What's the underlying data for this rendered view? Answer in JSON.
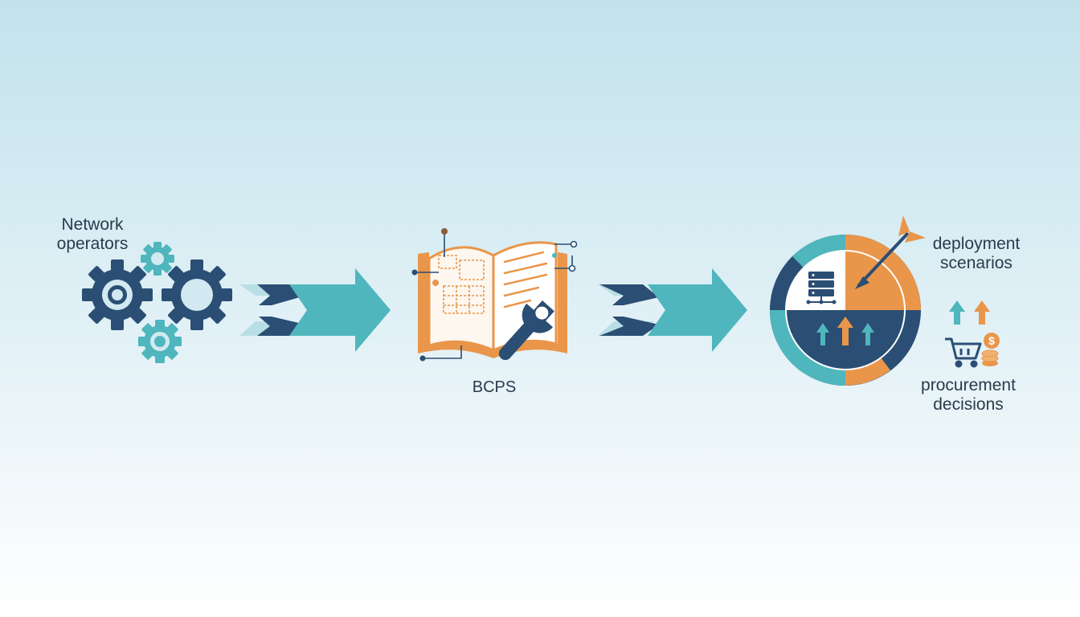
{
  "flow": {
    "source": {
      "line1": "Network",
      "line2": "operators"
    },
    "middle": {
      "label": "BCPS"
    },
    "outputs": {
      "deployment": {
        "line1": "deployment",
        "line2": "scenarios"
      },
      "procurement": {
        "line1": "procurement",
        "line2": "decisions"
      }
    }
  },
  "icons": {
    "source": "gears-icon",
    "middle": "open-book-with-wrench-icon",
    "result": "target-pie-with-arrow-icon",
    "server": "server-icon",
    "trend": "up-arrows-icon",
    "cart": "shopping-cart-icon",
    "coins": "coins-icon",
    "dollar_symbol": "$"
  },
  "colors": {
    "navy": "#2b4e74",
    "teal": "#4fb6bd",
    "orange": "#e9964a",
    "light_teal": "#b9dfe6",
    "text": "#2a3b4c"
  }
}
